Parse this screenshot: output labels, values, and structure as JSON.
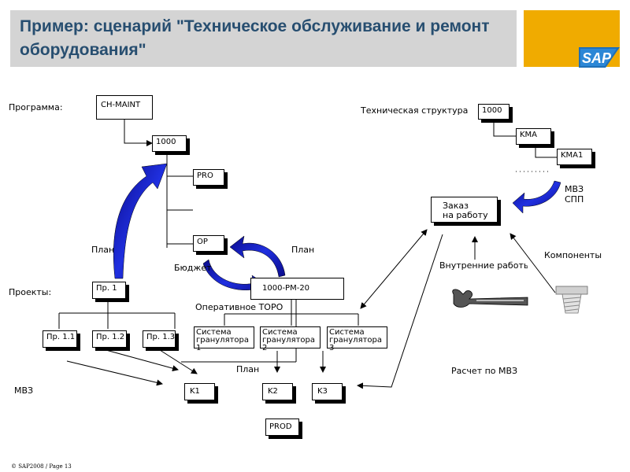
{
  "title": "Пример: сценарий \"Техническое обслуживание и ремонт оборудования\"",
  "logo_text": "SAP",
  "labels": {
    "program": "Программа:",
    "tech_structure": "Техническая структура",
    "projects": "Проекты:",
    "mvz_left": "МВЗ",
    "plan_left": "План",
    "budget": "Бюджет",
    "plan_mid": "План",
    "operative": "Оперативное ТОРО",
    "plan_bottom": "План",
    "mvz_spp_1": "МВЗ",
    "mvz_spp_2": "СПП",
    "internal_work": "Внутренние работы",
    "components": "Компоненты",
    "settlement": "Расчет по МВЗ"
  },
  "boxes": {
    "ch_maint": "CH-MAINT",
    "n1000": "1000",
    "pro": "PRO",
    "op": "OP",
    "pr1": "Пр. 1",
    "pr11": "Пр. 1.1",
    "pr12": "Пр. 1.2",
    "pr13": "Пр. 1.3",
    "pm20": "1000-PM-20",
    "sys1": [
      "Система",
      "гранулятора",
      "1"
    ],
    "sys2": [
      "Система",
      "гранулятора",
      "2"
    ],
    "sys3": [
      "Система",
      "гранулятора",
      "3"
    ],
    "k1": "K1",
    "k2": "K2",
    "k3": "K3",
    "prod": "PROD",
    "ts1000": "1000",
    "kma": "KMA",
    "kma1": "KMA1",
    "order_1": "Заказ",
    "order_2": "на работу"
  },
  "footer": "© SAP2008 / Page 13",
  "colors": {
    "accent_blue": "#1414c8",
    "title_blue": "#274e70",
    "title_band": "#d4d4d4",
    "logo_gold": "#f0ab00"
  }
}
